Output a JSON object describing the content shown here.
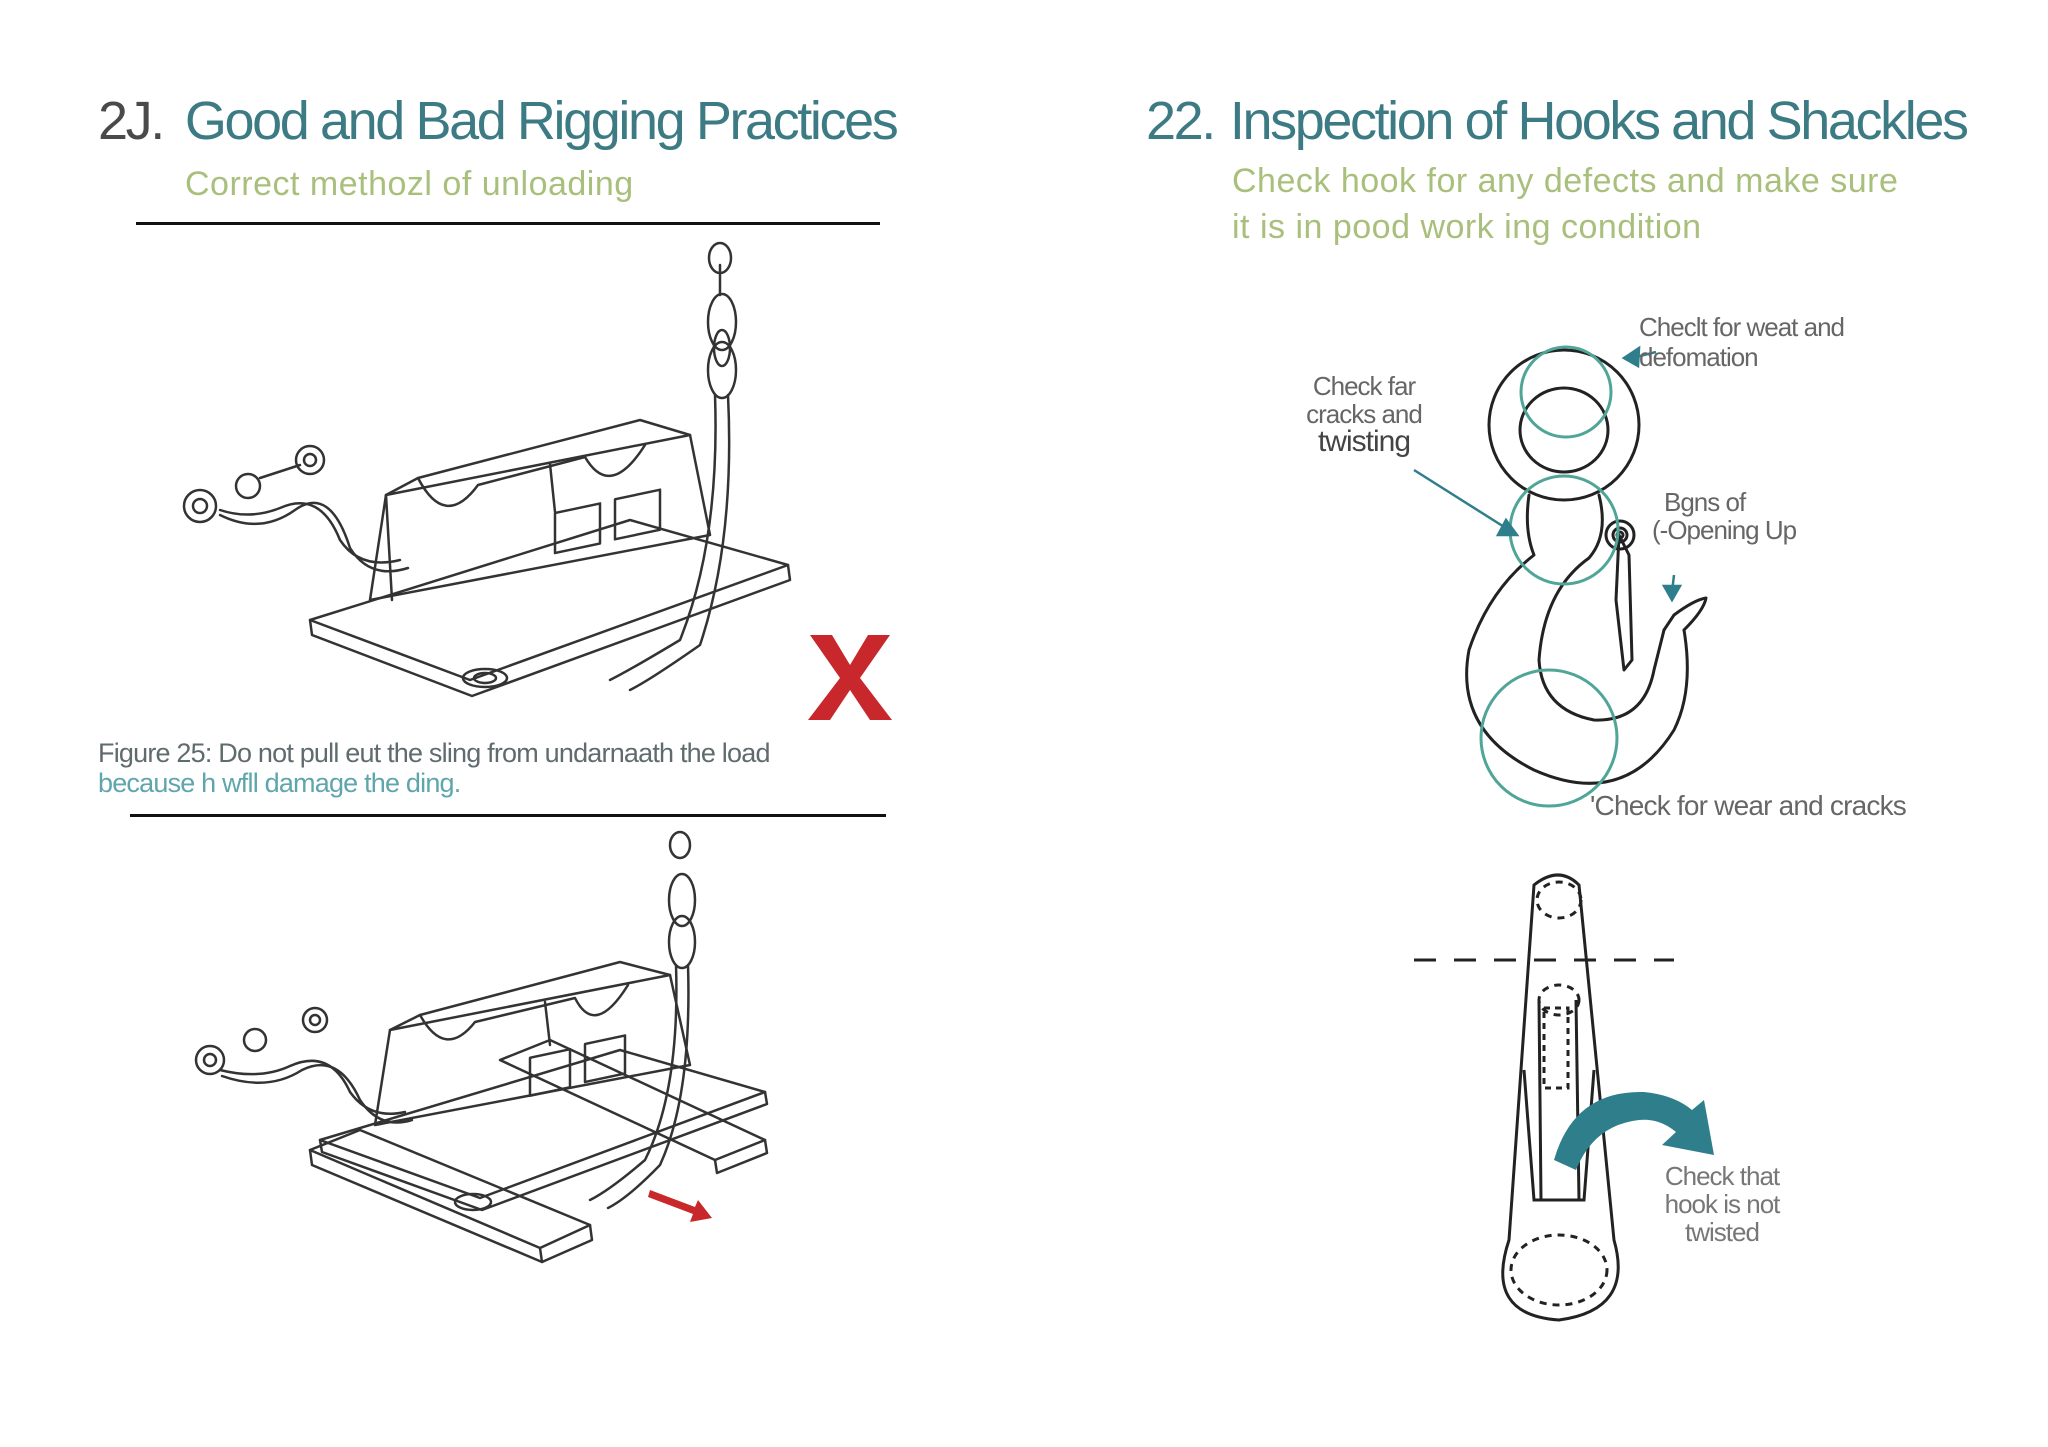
{
  "left": {
    "section_number": "2J.",
    "section_title": "Good and Bad Rigging Practices",
    "subtitle": "Correct  methozl  of  unloading",
    "caption_line1": "Figure 25:  Do not pull eut the sling from undarnaath the load",
    "caption_line2": "because h  wfll damage the ding.",
    "wrong_mark": "X"
  },
  "right": {
    "section_number": "22.",
    "section_title": "Inspection of Hooks and Shackles",
    "subtitle_line1": "Check hook for any defects and make sure",
    "subtitle_line2": "it is in pood work ing condition",
    "callouts": {
      "wear_line1": "Checlt for weat and",
      "wear_line2": "defomation",
      "cracks_line1": "Check far",
      "cracks_line2": "cracks and",
      "cracks_line3": "twisting",
      "opening_line1": "Bgns of",
      "opening_line2": "(-Opening Up",
      "bottom": "'Check  for wear and cracks",
      "twist_line1": "Check that",
      "twist_line2": "hook is not",
      "twist_line3": "twisted"
    }
  },
  "colors": {
    "teal": "#3c7b84",
    "olive": "#a9bf7c",
    "red": "#c8272b",
    "circle": "#4fa597",
    "arrow": "#2f7e8c"
  }
}
